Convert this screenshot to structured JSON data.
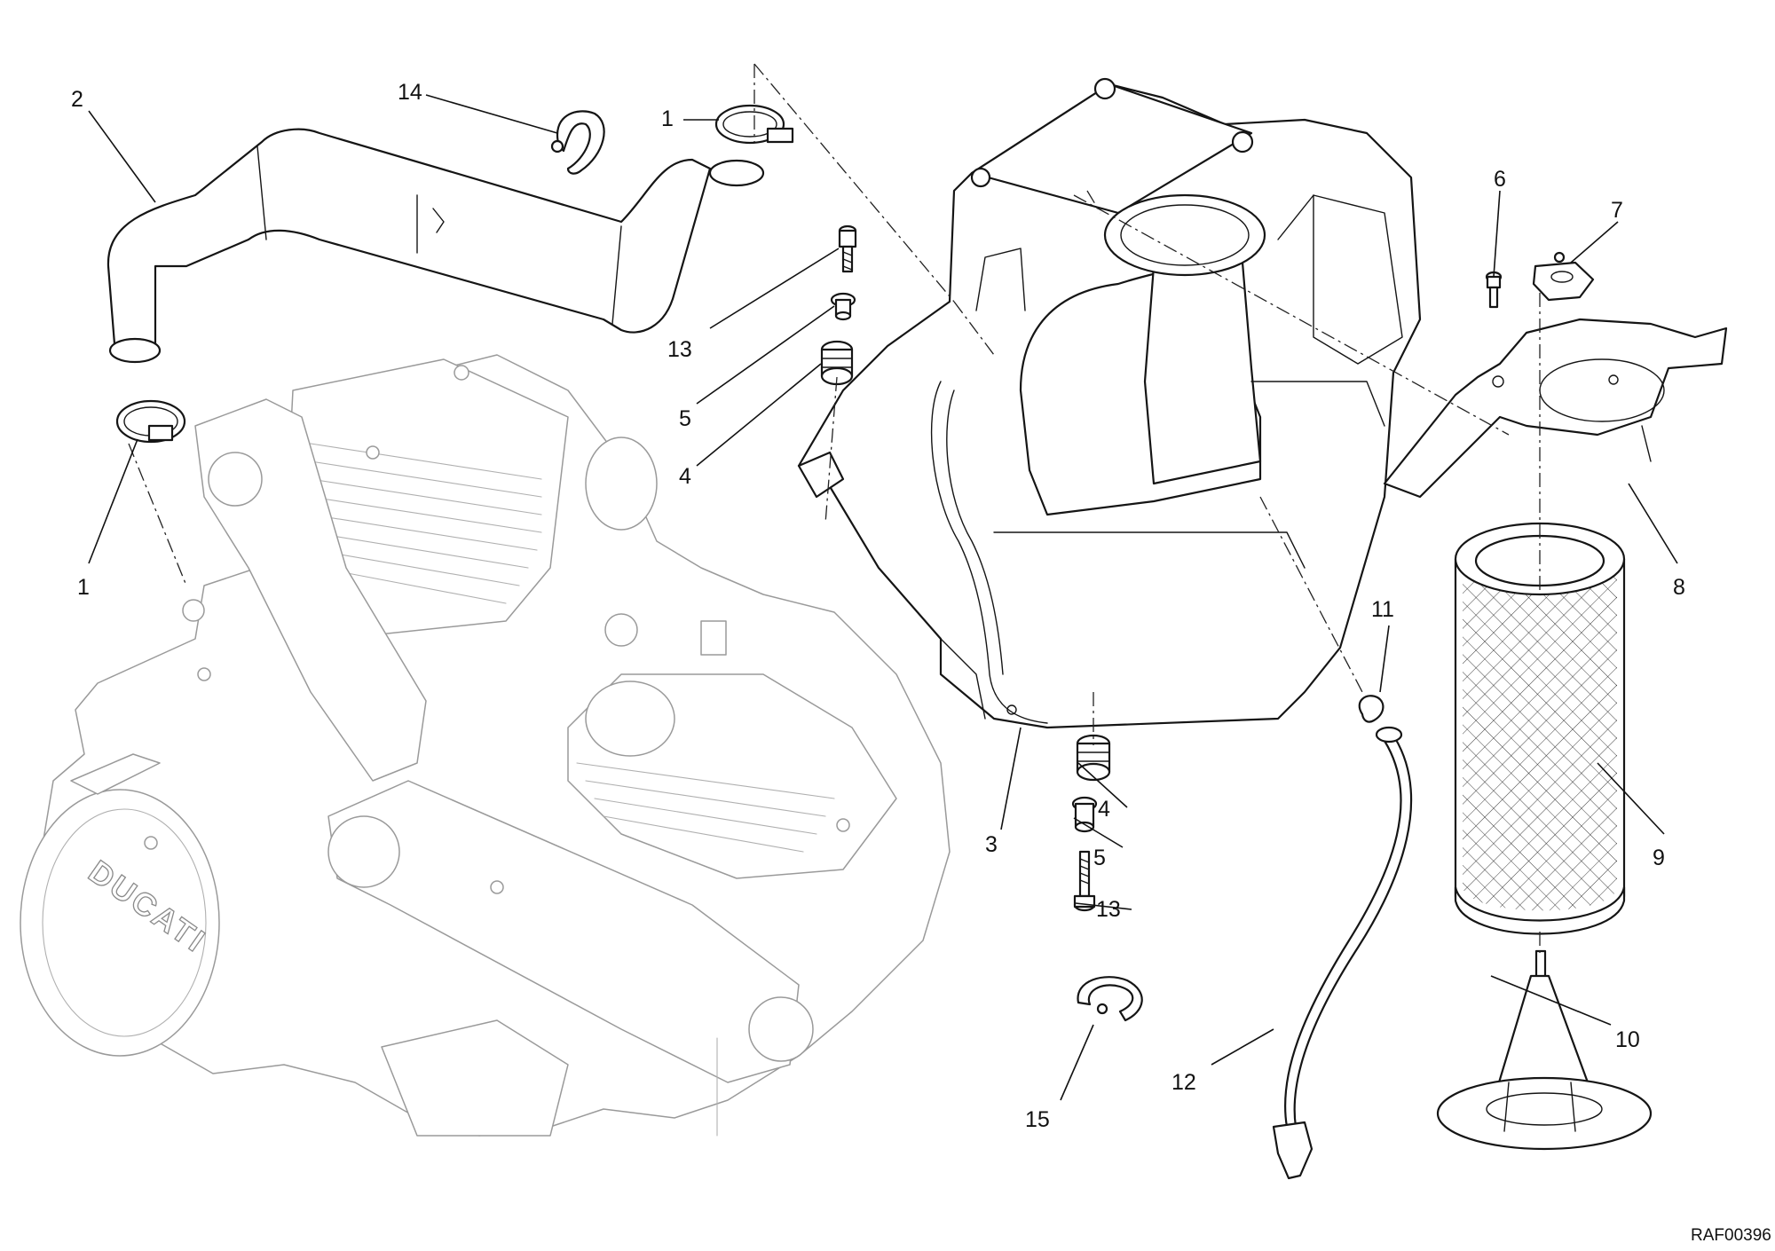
{
  "diagram": {
    "reference_code": "RAF00396",
    "colors": {
      "ink": "#111111",
      "engine_ghost": "#9a9a9a",
      "background": "#ffffff"
    },
    "callouts": [
      {
        "id": "c1a",
        "label": "1"
      },
      {
        "id": "c2",
        "label": "2"
      },
      {
        "id": "c14",
        "label": "14"
      },
      {
        "id": "c1b",
        "label": "1"
      },
      {
        "id": "c13a",
        "label": "13"
      },
      {
        "id": "c5a",
        "label": "5"
      },
      {
        "id": "c4a",
        "label": "4"
      },
      {
        "id": "c6",
        "label": "6"
      },
      {
        "id": "c7",
        "label": "7"
      },
      {
        "id": "c8",
        "label": "8"
      },
      {
        "id": "c11",
        "label": "11"
      },
      {
        "id": "c9",
        "label": "9"
      },
      {
        "id": "c3",
        "label": "3"
      },
      {
        "id": "c4b",
        "label": "4"
      },
      {
        "id": "c5b",
        "label": "5"
      },
      {
        "id": "c13b",
        "label": "13"
      },
      {
        "id": "c10",
        "label": "10"
      },
      {
        "id": "c12",
        "label": "12"
      },
      {
        "id": "c15",
        "label": "15"
      }
    ],
    "engine_logo": "DUCATI"
  }
}
